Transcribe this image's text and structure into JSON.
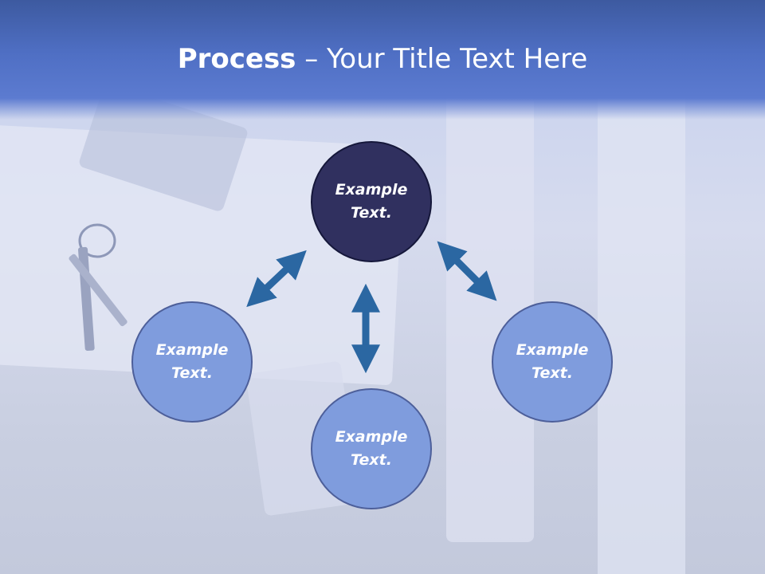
{
  "slide": {
    "title_bold": "Process",
    "title_rest": " – Your Title Text Here"
  },
  "nodes": {
    "top": "Example Text.",
    "left": "Example Text.",
    "right": "Example Text.",
    "bottom": "Example Text."
  },
  "colors": {
    "header": "#4f6fc4",
    "center_node": "#30305f",
    "outer_node": "#7f9cdd",
    "arrow": "#2b67a2"
  }
}
